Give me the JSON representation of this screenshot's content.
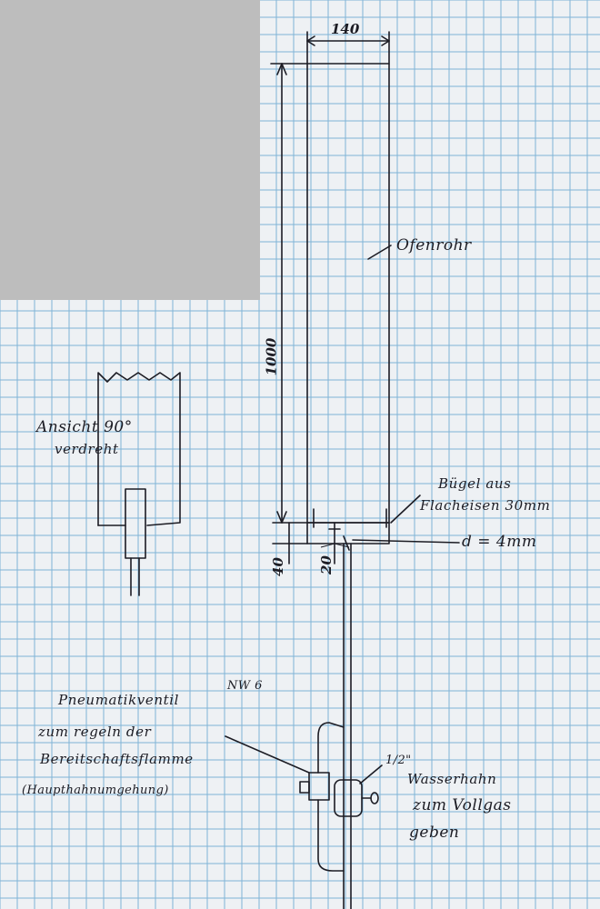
{
  "drawing": {
    "labels": {
      "width_dim": "140",
      "height_dim": "1000",
      "gap_dim": "40",
      "offset_dim": "20",
      "pipe": "Ofenrohr",
      "bracket_line1": "Bügel aus",
      "bracket_line2": "Flacheisen 30mm",
      "thickness": "d = 4mm",
      "view_line1": "Ansicht 90°",
      "view_line2": "verdreht",
      "valve_line1": "Pneumatikventil",
      "valve_size": "NW 6",
      "valve_line2": "zum regeln der",
      "valve_line3": "Bereitschaftsflamme",
      "valve_line4": "(Haupthahnumgehung)",
      "tap_size": "1/2\"",
      "tap_line1": "Wasserhahn",
      "tap_line2": "zum Vollgas",
      "tap_line3": "geben"
    },
    "colors": {
      "paper": "#eef1f4",
      "grid": "#7fb4d6",
      "ink": "#1c1c24",
      "patch": "#bdbdbd"
    }
  }
}
